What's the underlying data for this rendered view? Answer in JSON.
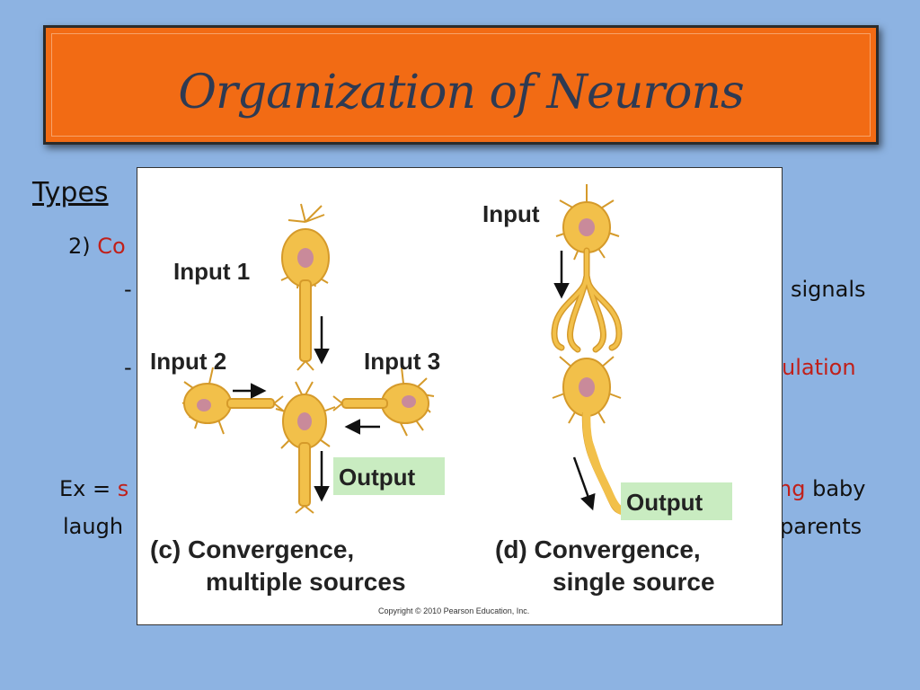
{
  "slide": {
    "title": "Organization of Neurons",
    "heading_fragment": "Types",
    "item_number": "2)",
    "item_fragment": "Co",
    "right_fragment_1": "signals",
    "right_fragment_2": "ulation",
    "dash": "-",
    "ex_prefix": "Ex = ",
    "ex_red_fragment": "s",
    "ex_right_red": "ng",
    "ex_right_text": " baby",
    "line2_left": "laugh",
    "line2_right": "parents"
  },
  "figure": {
    "input_1": "Input 1",
    "input_2": "Input 2",
    "input_3": "Input 3",
    "input_single": "Input",
    "output_c": "Output",
    "output_d": "Output",
    "caption_c_line1": "(c) Convergence,",
    "caption_c_line2": "multiple sources",
    "caption_d_line1": "(d) Convergence,",
    "caption_d_line2": "single source",
    "copyright": "Copyright © 2010 Pearson Education, Inc."
  },
  "colors": {
    "background": "#8db3e2",
    "title_bar": "#f26b14",
    "neuron_fill": "#f2c04a",
    "nucleus": "#c98a9a",
    "output_box": "#c9ecc1"
  }
}
